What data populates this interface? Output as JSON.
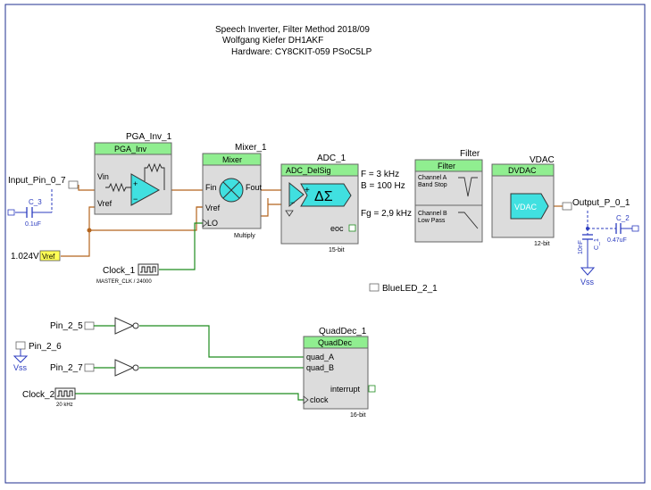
{
  "header": {
    "line1": "Speech Inverter, Filter Method  2018/09",
    "line2": "Wolfgang Kiefer DH1AKF",
    "line3": "Hardware:  CY8CKIT-059  PSoC5LP"
  },
  "input_pin": {
    "name": "Input_Pin_0_7"
  },
  "cap_c3": {
    "name": "C_3",
    "value": "0.1uF"
  },
  "vref_src": {
    "value": "1.024V",
    "label": "Vref"
  },
  "pga": {
    "instance": "PGA_Inv_1",
    "title": "PGA_Inv",
    "vin": "Vin",
    "vref": "Vref",
    "plus": "+",
    "minus": "−"
  },
  "mixer": {
    "instance": "Mixer_1",
    "title": "Mixer",
    "fin": "Fin",
    "fout": "Fout",
    "vref": "Vref",
    "lo": "LO",
    "mode": "Multiply"
  },
  "adc": {
    "instance": "ADC_1",
    "title": "ADC_DelSig",
    "symbol": "ΔΣ",
    "plus": "+",
    "minus": "−",
    "eoc": "eoc",
    "bits": "15-bit"
  },
  "filter_params": {
    "f": "F = 3 kHz",
    "b": "B = 100 Hz",
    "fg": "Fg = 2,9 kHz"
  },
  "filter": {
    "instance": "Filter",
    "title": "Filter",
    "cha1": "Channel A",
    "cha2": "Band Stop",
    "chb1": "Channel B",
    "chb2": "Low Pass"
  },
  "vdac": {
    "instance": "VDAC",
    "title": "DVDAC",
    "inner": "VDAC",
    "bits": "12-bit"
  },
  "output_pin": {
    "name": "Output_P_0_1"
  },
  "cap_c1": {
    "name": "C_1",
    "value": "10nF"
  },
  "cap_c2": {
    "name": "C_2",
    "value": "0.47uF"
  },
  "vss": {
    "label": "Vss"
  },
  "clock1": {
    "name": "Clock_1",
    "sub": "MASTER_CLK / 24000"
  },
  "blueled": {
    "name": "BlueLED_2_1"
  },
  "pins": {
    "p25": "Pin_2_5",
    "p26": "Pin_2_6",
    "p27": "Pin_2_7"
  },
  "clock2": {
    "name": "Clock_2",
    "sub": "20 kHz"
  },
  "quaddec": {
    "instance": "QuadDec_1",
    "title": "QuadDec",
    "qa": "quad_A",
    "qb": "quad_B",
    "interrupt": "interrupt",
    "clock": "clock",
    "bits": "16-bit"
  },
  "colors": {
    "frame": "#1f2f8f",
    "block_bg": "#dcdcdc",
    "title_green": "#90ee90",
    "wire_orange": "#b5651d",
    "wire_green": "#1e8c1e",
    "cap_blue": "#2b3bbf",
    "cyan": "#40e0e0",
    "vref_yellow": "#ffff55"
  }
}
